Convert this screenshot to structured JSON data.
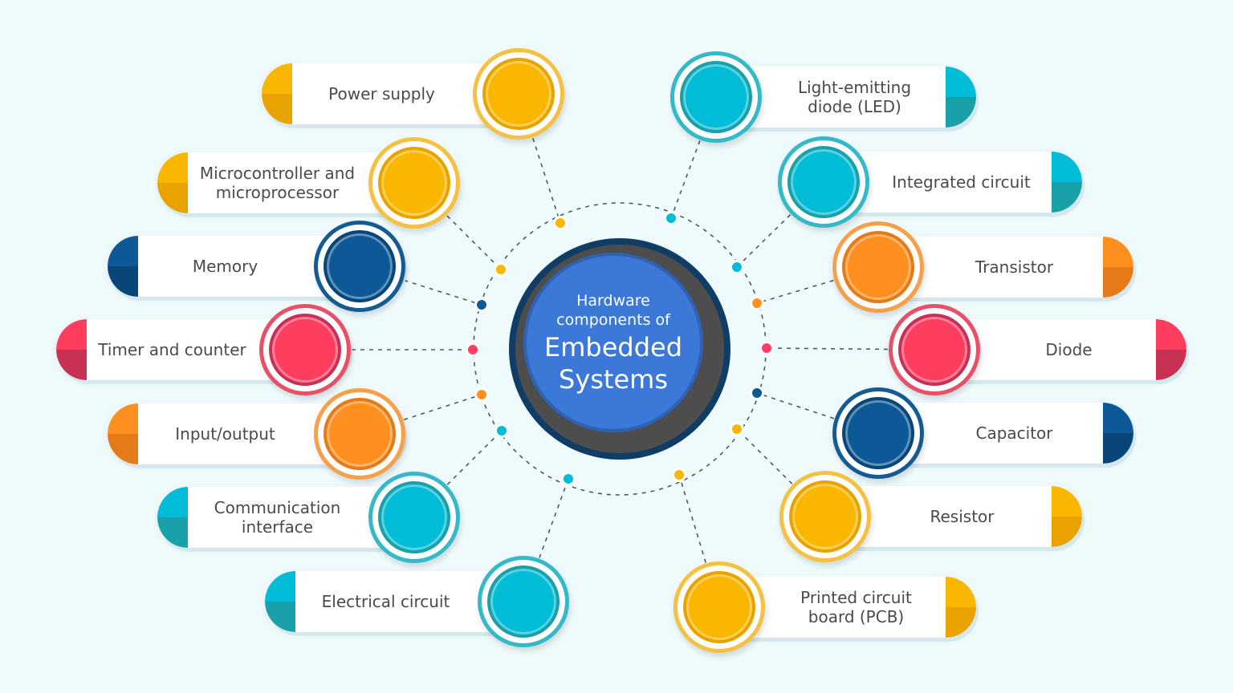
{
  "hub": {
    "line1": "Hardware",
    "line2": "components of",
    "line3": "Embedded",
    "line4": "Systems",
    "colors": {
      "outer": "#0f3d66",
      "ring": "#4d4d4d",
      "core": "#3b78d8"
    }
  },
  "palette": {
    "yellow": {
      "main": "#fbb700",
      "dark": "#e8a300",
      "ring": "#f5c142"
    },
    "blue": {
      "main": "#0d5896",
      "dark": "#084578",
      "ring": "#145a93"
    },
    "red": {
      "main": "#ff3d5e",
      "dark": "#c73153",
      "ring": "#e85068"
    },
    "orange": {
      "main": "#ff8f1f",
      "dark": "#e57a18",
      "ring": "#f7a04a"
    },
    "teal": {
      "main": "#00bcd6",
      "dark": "#1aa0a8",
      "ring": "#34b9c9"
    }
  },
  "components": {
    "left": [
      {
        "label": "Power supply",
        "color": "yellow"
      },
      {
        "label": "Microcontroller and\nmicroprocessor",
        "color": "yellow"
      },
      {
        "label": "Memory",
        "color": "blue"
      },
      {
        "label": "Timer and counter",
        "color": "red"
      },
      {
        "label": "Input/output",
        "color": "orange"
      },
      {
        "label": "Communication\ninterface",
        "color": "teal"
      },
      {
        "label": "Electrical circuit",
        "color": "teal"
      }
    ],
    "right": [
      {
        "label": "Light-emitting\ndiode (LED)",
        "color": "teal"
      },
      {
        "label": "Integrated circuit",
        "color": "teal"
      },
      {
        "label": "Transistor",
        "color": "orange"
      },
      {
        "label": "Diode",
        "color": "red"
      },
      {
        "label": "Capacitor",
        "color": "blue"
      },
      {
        "label": "Resistor",
        "color": "yellow"
      },
      {
        "label": "Printed circuit\nboard (PCB)",
        "color": "yellow"
      }
    ]
  }
}
